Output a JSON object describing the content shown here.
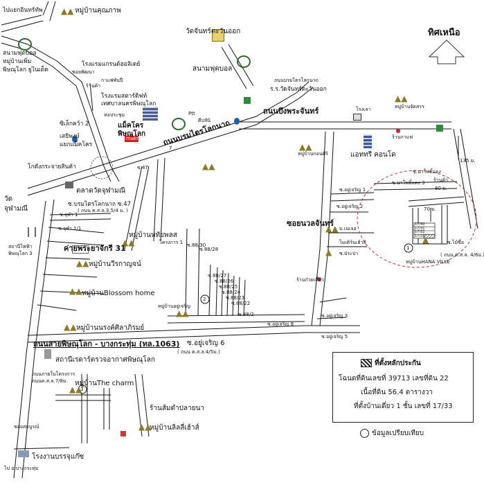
{
  "north": "ทิศเหนือ",
  "roads": {
    "to_phitsanulok_top": "ไปแยกอินทร์ทัพ",
    "sinakharin": "ถนนบรมไตรโลกนาถ",
    "bueng_phra_chan": "ถนนบึงพระจันทร์",
    "rommai": "ถนนสายพิษณุโลก - บางกระทุ่ม (ทล.1063)",
    "soi_aryucharoen": "ซอยนวลจันทร์",
    "soi_sombun": "ซอยสมบูรณ์",
    "bottom_road": "ไป อ.บางกระทุ่ม",
    "diag_road": "ถนนบรมไตรโลกนาถ"
  },
  "places": {
    "moo_ban_khunaphap": "หมู่บ้านคุณภาพ",
    "wat_chan_ok": "วัดจันทร์ตะวันออก",
    "stadium1": "สนามฟุตบอล",
    "moo_ban_phithak": "หมู่บ้านเพิ่ม",
    "phitsanulok_unlimited": "พิษณุโลก ยูไนเต็ด",
    "hotel_kratok": "โรงแรมแกรนด์ฮอลิเดย์",
    "soi_phapa": "ซอยพัฒนา",
    "cafe_kwan": "กาแฟพันปี",
    "shop_1": "ร้านค้า",
    "stadium2": "สนามฟุตบอล",
    "school_wat": "ร.ร.วัดจันทร์ตะวันออก",
    "hotel_satid": "โรงแรมสตาร์ดิฟท์",
    "thesaban": "เทศบาลนครพิษณุโลก",
    "hall_phoem": "หอประชุม",
    "seven_eleven": "7",
    "robinson": "ซิเล็กคว้า 2",
    "sethe": "เสธิพงษ์",
    "makro1": "แม็คโคร",
    "makro2": "พิษณุโลก",
    "makro_sign": "makro",
    "makro_junction": "แยกแม็คโคร",
    "ptt": "Ptt",
    "ptt2": "ดีปลันิ",
    "big_c": "โกดังกระจายสินค้า",
    "kwin_lao": "โรงเลา",
    "condo": "แอททรี คอนโด",
    "moo_ban_chatsorn": "หมู่บ้านจัดสรร",
    "cafe2": "ร้านกาแฟ",
    "moo_ban_klang": "หมู่บ้านกอนศิริ",
    "talad_warot": "ตลาดวัดจุฬามณี",
    "wat": "วัด",
    "wat_chula": "จุฬามณี",
    "soi_boromtrai": "ซ.บรมไตรโลกนาถ ซ.47",
    "soi_boromtrai_sub": "( ถนน ค.ส.ล.3.5/4 ม. )",
    "soi_chula1": "ซ.จุฬา 1",
    "soi_chula2": "ซ.จุฬา 1/1",
    "soi47": "ซ.47",
    "moo_ban_hatyai": "หมู่บ้านหทัยพลส",
    "khrongkan1": "โครงการ 1",
    "station": "สถานีไฟฟ้า",
    "station2": "พิษณุโลก 3",
    "khai": "ค่ายพระยาจักรี 31",
    "moo_ban_wirakarn": "หมู่บ้านวีรกาญจน์",
    "moo_ban_blossom": "หมู่บ้านBlossom home",
    "moo_ban_narong": "หมู่บ้านนรงค์ศิลาภิรมย์",
    "satani": "สถานีเรดาร์ตรวจอากาศพิษณุโลก",
    "khrongkan_soi": "ถนนภายในโครงการ",
    "khrongkan_soi2": "ถนนค.ส.ล.7/8ม.",
    "moo_ban_charm": "หมู่บ้านThe charm",
    "factory": "โรงงานบรรจุแก๊ซ",
    "shop_sumlan": "ร้านส้มตำปลายนา",
    "moo_ban_lilalee": "หมู่บ้านลิลลี่เฮ้าส์",
    "moo_ban_ayucharoen": "หมู่บ้านอยู่เจริญ",
    "soi_88_30": "ซ.88/30",
    "soi_88_28": "ซ.88/28",
    "soi_88_27": "ซ.88/27",
    "soi_88_26": "ซ.88/26",
    "soi_88_25": "ซ.88/25",
    "soi_88_24": "ซ.88/24",
    "soi_88_23": "ซ.88/23",
    "soi_88_22": "ซ.88/22",
    "soi_88_2": "ซ.88/2",
    "soi_aryu6": "ซ.อยู่เจริญ 6",
    "soi_aryu6_sub": "( ถนน ค.ส.ล.4/5ม.)",
    "soi_aryu8": "ซ.อยู่เจริญ 8",
    "soi_aryu3": "ซ.อยู่เจริญ 3",
    "soi_aryu5": "ซ.อยู่เจริญ 5",
    "soi_aryu1": "ซ.อยู่เจริญ 1",
    "soi_aryu2": "ซ.อยู่เจริญ 2",
    "shop_kuay": "ร้านก๋วยเตี๋ยว",
    "m_nen": "ม.เนเจอ",
    "m_mexico": "โมเดิร์นเฮ้าส์",
    "soi_prapa": "ซ.ประปา",
    "soi_napho": "ซ.นาโพธิ์แดง",
    "soi_napho3": "ซ.นาโพธิ์แดง 3",
    "shop_kha": "ร้านค้า",
    "d80": "80 ม.",
    "d135": "135 ม.",
    "d70": "70 ม.",
    "soi_maisue": "ซ.ไม้ซื่อ",
    "soi_maisue_sub": "( ถนน ค.ส.ล. 4/6ม.)",
    "hana": "หมู่บ้านHANA VILLE",
    "lot_a": "17/30",
    "lot_b": "17/31",
    "lot_c": "17/32",
    "lot_d": "17/33",
    "n1": "1",
    "n2": "2",
    "n3": "3"
  },
  "legend": {
    "title": "ที่ตั้งหลักประกัน",
    "line1": "โฉนดที่ดินเลขที่ 39713 เลขที่ดิน 22",
    "line2": "เนื้อที่ดิน 56.4 ตารางวา",
    "line3": "ที่ตั้งบ้านเดี่ยว 1 ชั้น เลขที่ 17/33"
  },
  "compare": "ข้อมูลเปรียบเทียบ"
}
